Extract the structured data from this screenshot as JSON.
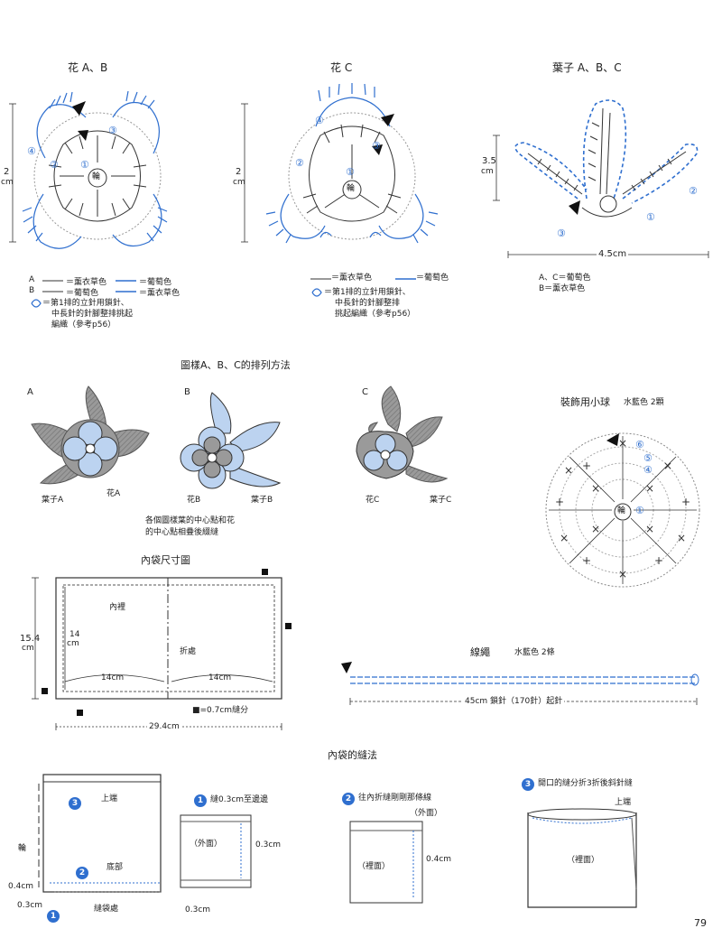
{
  "colors": {
    "blue": "#2f6fcf",
    "light_blue": "#bcd3f0",
    "gray": "#8a8a8a",
    "line": "#333333"
  },
  "headers": {
    "flower_ab": "花 A、B",
    "flower_c": "花 C",
    "leaf": "葉子 A、B、C",
    "arrangement": "圖樣A、B、C的排列方法",
    "ball": "裝飾用小球",
    "ball_color": "水藍色 2顆",
    "pouch_size": "內袋尺寸圖",
    "cord": "線繩",
    "cord_color": "水藍色 2條",
    "sewing": "內袋的縫法"
  },
  "dims": {
    "flower_ab_h": "2",
    "flower_ab_unit": "cm",
    "flower_c_h": "2",
    "flower_c_unit": "cm",
    "leaf_h": "3.5",
    "leaf_unit": "cm",
    "leaf_w": "4.5cm",
    "pouch_h": "15.4",
    "pouch_h_unit": "cm",
    "inner_h": "14",
    "inner_h_unit": "cm",
    "half_w1": "14cm",
    "half_w2": "14cm",
    "total_w": "29.4cm",
    "seam_note": "■=0.7cm縫分",
    "cord_len": "45cm 鎖針（170針）起針"
  },
  "ring": "輪",
  "round_labels": [
    "①",
    "②",
    "③",
    "④",
    "⑤",
    "⑥"
  ],
  "legend_ab": {
    "row_a": [
      "A",
      "＝薰衣草色",
      "＝葡萄色"
    ],
    "row_b": [
      "B",
      "＝葡萄色",
      "＝薰衣草色"
    ],
    "note": [
      "＝第1排的立針用鎖針、",
      "中長針的針腳整排挑起",
      "編織（參考p56）"
    ]
  },
  "legend_c": {
    "row": [
      "＝薰衣草色",
      "＝葡萄色"
    ],
    "note": [
      "＝第1排的立針用鎖針、",
      "中長針的針腳整排",
      "挑起編織（參考p56）"
    ]
  },
  "legend_leaf": [
    "A、C＝葡萄色",
    "B＝薰衣草色"
  ],
  "motifs": {
    "a": "A",
    "b": "B",
    "c": "C",
    "leaf_a": "葉子A",
    "flower_a": "花A",
    "flower_b": "花B",
    "leaf_b": "葉子B",
    "flower_c": "花C",
    "leaf_c": "葉子C",
    "note_line1": "各個圖樣葉的中心點和花",
    "note_line2": "的中心點相疊後綴縫"
  },
  "pouch": {
    "lining": "內裡",
    "fold": "折處"
  },
  "steps": {
    "s1": "縫0.3cm至邊邊",
    "s2": "往內折縫剛剛那條線",
    "s3": "開口的縫分折3折後斜針縫",
    "top": "上端",
    "ring_side": "輪",
    "bottom": "底部",
    "seam": "縫袋處",
    "d04": "0.4cm",
    "d03a": "0.3cm",
    "outside": "（外面）",
    "d03b": "0.3cm",
    "d03c": "0.3cm",
    "outside2": "（外面）",
    "inside": "（裡面）",
    "d04b": "0.4cm",
    "top2": "上端",
    "inside2": "（裡面）",
    "n1": "1",
    "n2": "2",
    "n3": "3"
  },
  "page_number": "79"
}
